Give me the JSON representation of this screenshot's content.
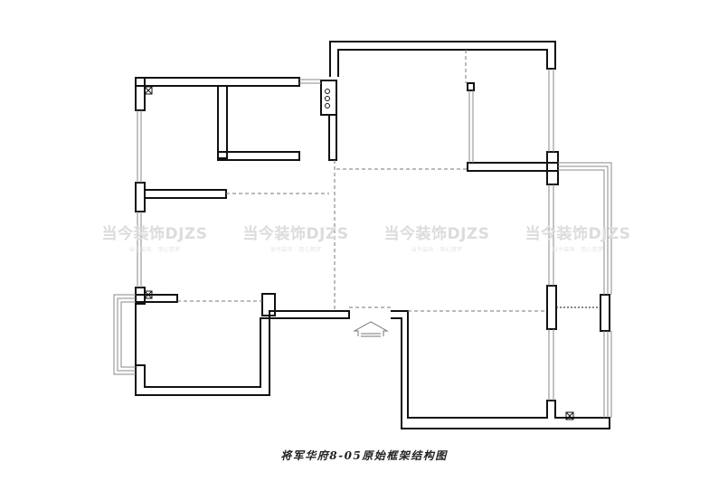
{
  "caption": "将军华府8-05原始框架结构图",
  "watermark": {
    "brand": "当今装饰DJZS",
    "tagline": "当今装饰 · 用心筑梦",
    "color": "#dcdcdc"
  },
  "colors": {
    "wall": "#111111",
    "dashed": "#777777",
    "window": "#888888"
  },
  "icons": [
    "entrance-arrow-icon",
    "column-marker-icon",
    "gas-meter-icon"
  ]
}
